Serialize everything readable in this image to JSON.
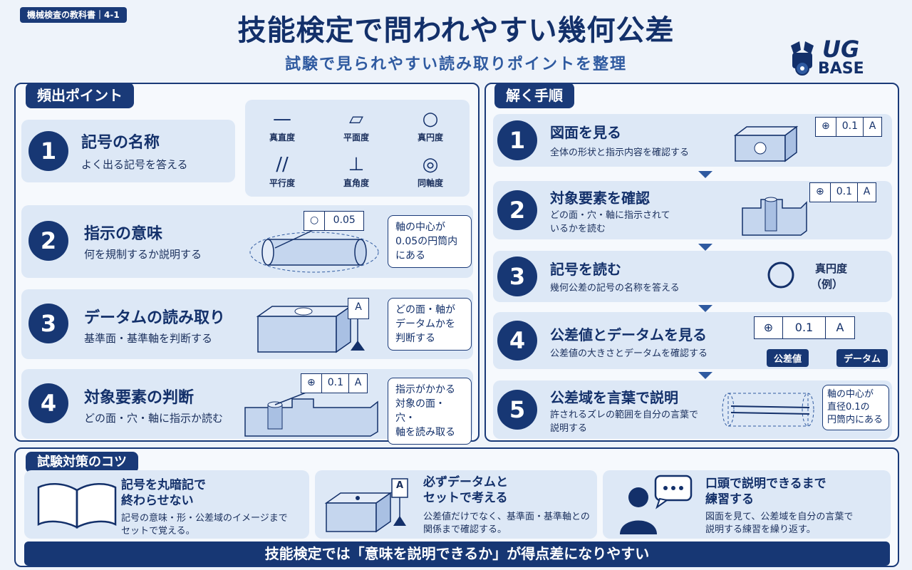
{
  "header": {
    "tag": "機械検査の教科書｜4-1",
    "title": "技能検定で問われやすい幾何公差",
    "subtitle": "試験で見られやすい読み取りポイントを整理",
    "logo": {
      "top": "UG",
      "bottom": "BASE"
    }
  },
  "left_panel": {
    "heading": "頻出ポイント",
    "items": [
      {
        "num": "1",
        "title": "記号の名称",
        "desc": "よく出る記号を答える"
      },
      {
        "num": "2",
        "title": "指示の意味",
        "desc": "何を規制するか説明する",
        "frame_value": "0.05",
        "callout": [
          "軸の中心が",
          "0.05の円筒内",
          "にある"
        ]
      },
      {
        "num": "3",
        "title": "データムの読み取り",
        "desc": "基準面・基準軸を判断する",
        "datum": "A",
        "callout": [
          "どの面・軸が",
          "データムかを",
          "判断する"
        ]
      },
      {
        "num": "4",
        "title": "対象要素の判断",
        "desc": "どの面・穴・軸に指示か読む",
        "frame_value": "0.1",
        "frame_datum": "A",
        "callout": [
          "指示がかかる",
          "対象の面・穴・",
          "軸を読み取る"
        ]
      }
    ],
    "symbols": [
      {
        "icon": "straightness-icon",
        "glyph": "—",
        "label": "真直度"
      },
      {
        "icon": "flatness-icon",
        "glyph": "▱",
        "label": "平面度"
      },
      {
        "icon": "circularity-icon",
        "glyph": "○",
        "label": "真円度"
      },
      {
        "icon": "parallelism-icon",
        "glyph": "//",
        "label": "平行度"
      },
      {
        "icon": "perpendicularity-icon",
        "glyph": "⊥",
        "label": "直角度"
      },
      {
        "icon": "concentricity-icon",
        "glyph": "◎",
        "label": "同軸度"
      }
    ]
  },
  "right_panel": {
    "heading": "解く手順",
    "steps": [
      {
        "num": "1",
        "title": "図面を見る",
        "desc": "全体の形状と指示内容を確認する",
        "frame_value": "0.1",
        "frame_datum": "A"
      },
      {
        "num": "2",
        "title": "対象要素を確認",
        "desc": "どの面・穴・軸に指示されて",
        "desc2": "いるかを読む",
        "frame_value": "0.1",
        "frame_datum": "A"
      },
      {
        "num": "3",
        "title": "記号を読む",
        "desc": "幾何公差の記号の名称を答える",
        "example": "真円度",
        "example2": "（例）"
      },
      {
        "num": "4",
        "title": "公差値とデータムを見る",
        "desc": "公差値の大きさとデータムを確認する",
        "frame_value": "0.1",
        "frame_datum": "A",
        "badge1": "公差値",
        "badge2": "データム"
      },
      {
        "num": "5",
        "title": "公差域を言葉で説明",
        "desc": "許されるズレの範囲を自分の言葉で",
        "desc2": "説明する",
        "callout": [
          "軸の中心が",
          "直径0.1の",
          "円筒内にある"
        ]
      }
    ]
  },
  "tips": {
    "heading": "試験対策のコツ",
    "items": [
      {
        "title": "記号を丸暗記で",
        "title2": "終わらせない",
        "desc": "記号の意味・形・公差域のイメージまで",
        "desc2": "セットで覚える。"
      },
      {
        "title": "必ずデータムと",
        "title2": "セットで考える",
        "desc": "公差値だけでなく、基準面・基準軸との",
        "desc2": "関係まで確認する。",
        "datum": "A"
      },
      {
        "title": "口頭で説明できるまで",
        "title2": "練習する",
        "desc": "図面を見て、公差域を自分の言葉で",
        "desc2": "説明する練習を繰り返す。"
      }
    ]
  },
  "footer": "技能検定では「意味を説明できるか」が得点差になりやすい",
  "colors": {
    "navy": "#173774",
    "panel_border": "#1a3a78",
    "card": "#dde8f6",
    "accent": "#2f5aa0"
  }
}
